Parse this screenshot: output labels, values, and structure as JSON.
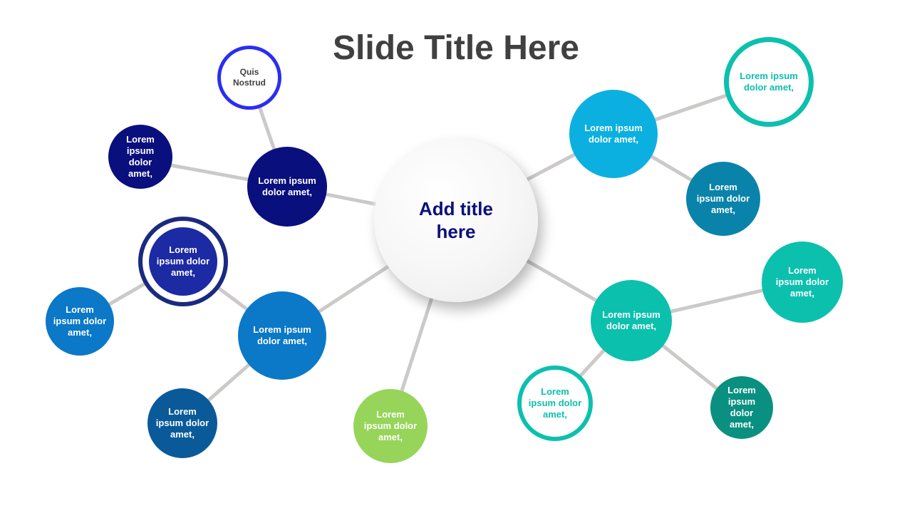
{
  "slide": {
    "title": "Slide Title Here"
  },
  "center": {
    "text": "Add title\nhere"
  },
  "nodes": {
    "quis": "Quis\nNostrud",
    "nw_small": "Lorem\nipsum\ndolor\namet,",
    "nw_hub": "Lorem ipsum\ndolor amet,",
    "w_ring": "Lorem\nipsum dolor\namet,",
    "w_left": "Lorem\nipsum dolor\namet,",
    "sw_hub": "Lorem ipsum\ndolor amet,",
    "sw_bottom": "Lorem\nipsum dolor\namet,",
    "s_green": "Lorem\nipsum dolor\namet,",
    "ne_hub": "Lorem ipsum\ndolor amet,",
    "ne_ring": "Lorem ipsum\ndolor amet,",
    "ne_small": "Lorem\nipsum dolor\namet,",
    "se_hub": "Lorem ipsum\ndolor amet,",
    "se_right": "Lorem\nipsum dolor\namet,",
    "se_ring": "Lorem\nipsum dolor\namet,",
    "se_bottom": "Lorem\nipsum dolor\namet,"
  },
  "colors": {
    "title": "#404040",
    "center_text": "#0b0f7a",
    "connector": "#cccac8",
    "blue_ring": "#2b2ef0",
    "navy": "#0a0f7e",
    "indigo": "#1c2aa3",
    "indigo_ring": "#1a2a80",
    "mid_blue": "#0b78c8",
    "steel_blue": "#0a5a9a",
    "green": "#96d55a",
    "sky": "#0bb0e0",
    "teal_dark": "#0a83aa",
    "teal": "#0cc0ae",
    "teal_deep": "#0a9080"
  }
}
